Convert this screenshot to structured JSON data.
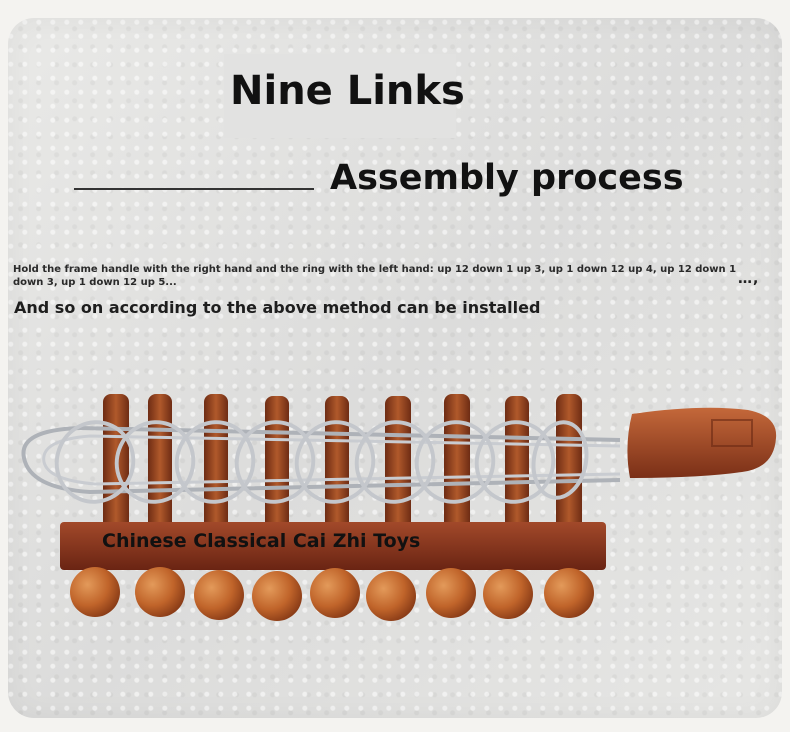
{
  "heading": {
    "title": "Nine Links",
    "subtitle": "Assembly process"
  },
  "instructions": {
    "text": "Hold the frame handle with the right hand and the ring with the left hand: up 12 down 1 up 3, up 1 down 12 up 4, up 12 down 1 down 3, up 1 down 12 up 5...",
    "trailing": "…,",
    "note": "And so on according to the above method can be installed"
  },
  "product": {
    "caption": "Chinese Classical Cai Zhi Toys",
    "peg_count": 9,
    "colors": {
      "wood": "#8a3d1f",
      "wood_light": "#b35a2c",
      "ball": "#c56a2a",
      "metal": "#b9bcc2"
    }
  }
}
